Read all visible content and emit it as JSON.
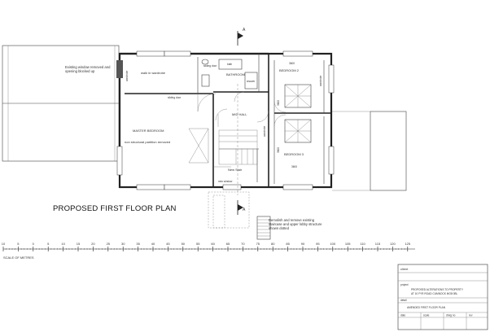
{
  "plan": {
    "title": "PROPOSED FIRST FLOOR PLAN",
    "section_marker": "A",
    "room_labels": {
      "walk_in_wardrobe": "walk in wardrobe",
      "bathroom": "BATHROOM",
      "bath": "bath",
      "shower": "shower",
      "bedroom2": "BEDROOM 2",
      "bedroom3": "BEDROOM 3",
      "master_bedroom": "MASTER BEDROOM",
      "mid_hall": "MID HALL",
      "new_stair": "New Stair",
      "wardrobe": "wardrobe",
      "sliding_door": "sliding door",
      "new_window": "new window"
    },
    "dimensions": {
      "d1": "3600",
      "d2": "3600",
      "d3": "3600",
      "d4": "3600"
    },
    "notes": {
      "window": "Existing window removed and opening blocked up",
      "partition": "non structural partition removed",
      "demolish": "Demolish and remove existing staircase and upper lobby structure shown dotted"
    }
  },
  "scale": {
    "ticks": [
      "10",
      "5",
      "0",
      "5",
      "10",
      "15",
      "20",
      "25",
      "30",
      "35",
      "40",
      "45",
      "50",
      "55",
      "60",
      "65",
      "70",
      "75",
      "80",
      "85",
      "90",
      "95",
      "100",
      "105",
      "110",
      "115",
      "120",
      "125"
    ],
    "label": "SCALE OF METRES"
  },
  "titleblock": {
    "client_label": "client",
    "project_label": "project",
    "project_line1": "PROPOSED ALTERATIONS TO PROPERTY",
    "project_line2": "AT 10 FYR ROAD CUMNOCK MO8 0BL",
    "detail_label": "detail",
    "detail_value": "AMENDED FIRST FLOOR PLAN",
    "cells": [
      "date",
      "scale",
      "drwg no",
      "rev"
    ]
  }
}
